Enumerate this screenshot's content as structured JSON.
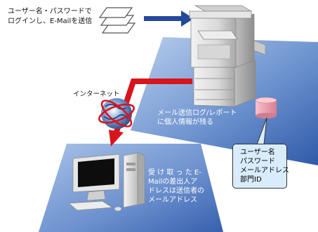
{
  "diagram": {
    "top_caption": {
      "line1": "ユーザー名・パスワードで",
      "line2": "ログインし、E-Mailを送信"
    },
    "internet_label": "インターネット",
    "log_note": {
      "line1": "メール送信ログ/レポート",
      "line2": "に個人情報が残る"
    },
    "stored_data": {
      "line1": "ユーザー名",
      "line2": "パスワード",
      "line3": "メールアドレス",
      "line4": "部門ID"
    },
    "receiver_note": {
      "line1": "受 け 取 っ た E-",
      "line2": "Mailの差出人ア",
      "line3": "ドレスは送信者の",
      "line4": "メールアドレス"
    }
  },
  "colors": {
    "panel_light": "#9bb8de",
    "panel_dark": "#2e5aa6",
    "arrow_red": "#d8141c",
    "arrow_blue": "#24489a",
    "db_pink": "#f2a5b4",
    "note_fill": "#d9ecfb"
  },
  "icons": [
    "paper-stack-icon",
    "multifunction-printer-icon",
    "globe-icon",
    "database-icon",
    "desktop-computer-icon"
  ]
}
